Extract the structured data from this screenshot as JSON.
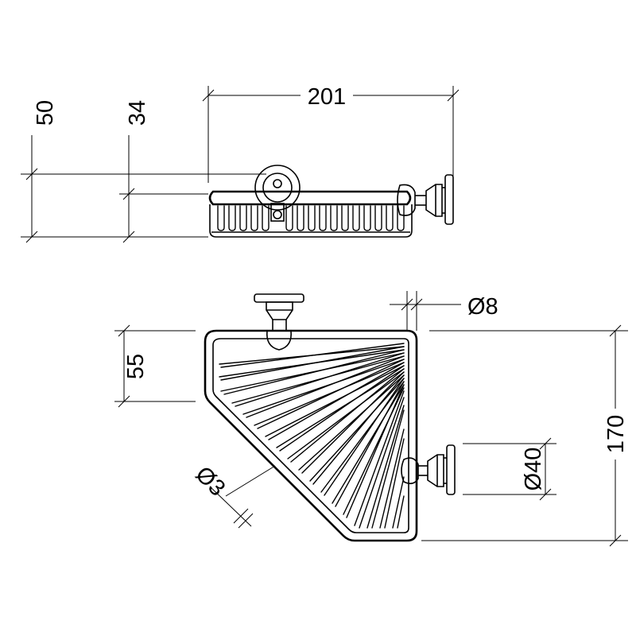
{
  "drawing": {
    "colors": {
      "ink": "#000000",
      "paper": "#ffffff"
    },
    "dimensions": {
      "total_height": "50",
      "basket_height": "34",
      "length": "201",
      "rod_diameter": "Ø8",
      "depth": "55",
      "wire_diameter": "Ø3",
      "rose_diameter": "Ø40",
      "width": "170"
    }
  }
}
